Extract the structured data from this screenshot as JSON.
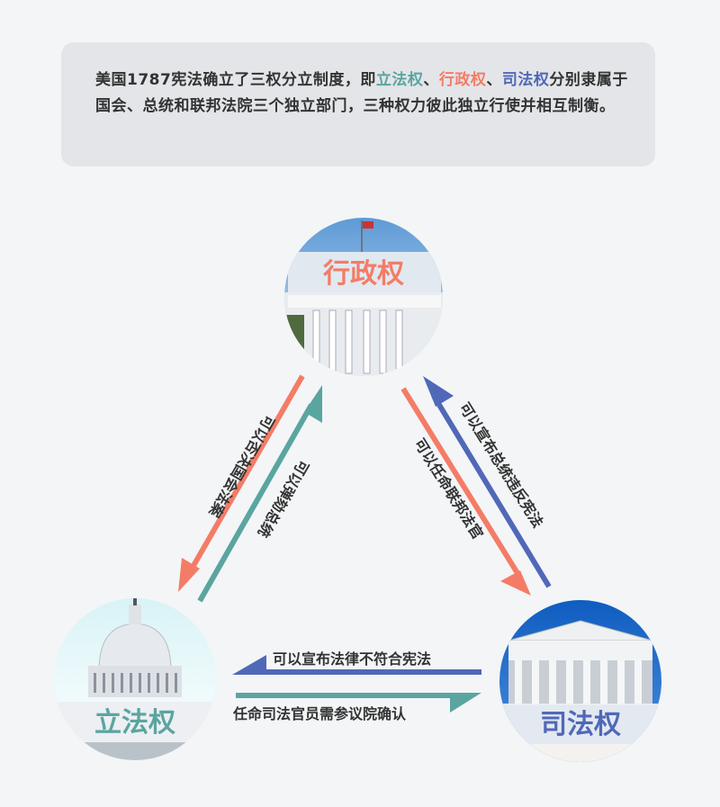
{
  "intro": {
    "part1": "美国1787宪法确立了三权分立制度，即",
    "legislative": "立法权",
    "sep1": "、",
    "executive": "行政权",
    "sep2": "、",
    "judicial": "司法权",
    "part2": "分别隶属于国会、总统和联邦法院三个独立部门，三种权力彼此独立行使并相互制衡。"
  },
  "nodes": {
    "executive": {
      "label": "行政权",
      "color": "#f47c66",
      "image": "white-house"
    },
    "legislative": {
      "label": "立法权",
      "color": "#5aa5a0",
      "image": "capitol"
    },
    "judicial": {
      "label": "司法权",
      "color": "#5068b8",
      "image": "supreme-court"
    }
  },
  "edges": [
    {
      "from": "executive",
      "to": "legislative",
      "label": "可以否决国会法案",
      "color": "#f47c66"
    },
    {
      "from": "legislative",
      "to": "executive",
      "label": "可以弹劾总统",
      "color": "#5aa5a0"
    },
    {
      "from": "executive",
      "to": "judicial",
      "label": "可以任命联邦法官",
      "color": "#f47c66"
    },
    {
      "from": "judicial",
      "to": "executive",
      "label": "可以宣布总统违反宪法",
      "color": "#5068b8"
    },
    {
      "from": "judicial",
      "to": "legislative",
      "label": "可以宣布法律不符合宪法",
      "color": "#5068b8"
    },
    {
      "from": "legislative",
      "to": "judicial",
      "label": "任命司法官员需参议院确认",
      "color": "#5aa5a0"
    }
  ]
}
